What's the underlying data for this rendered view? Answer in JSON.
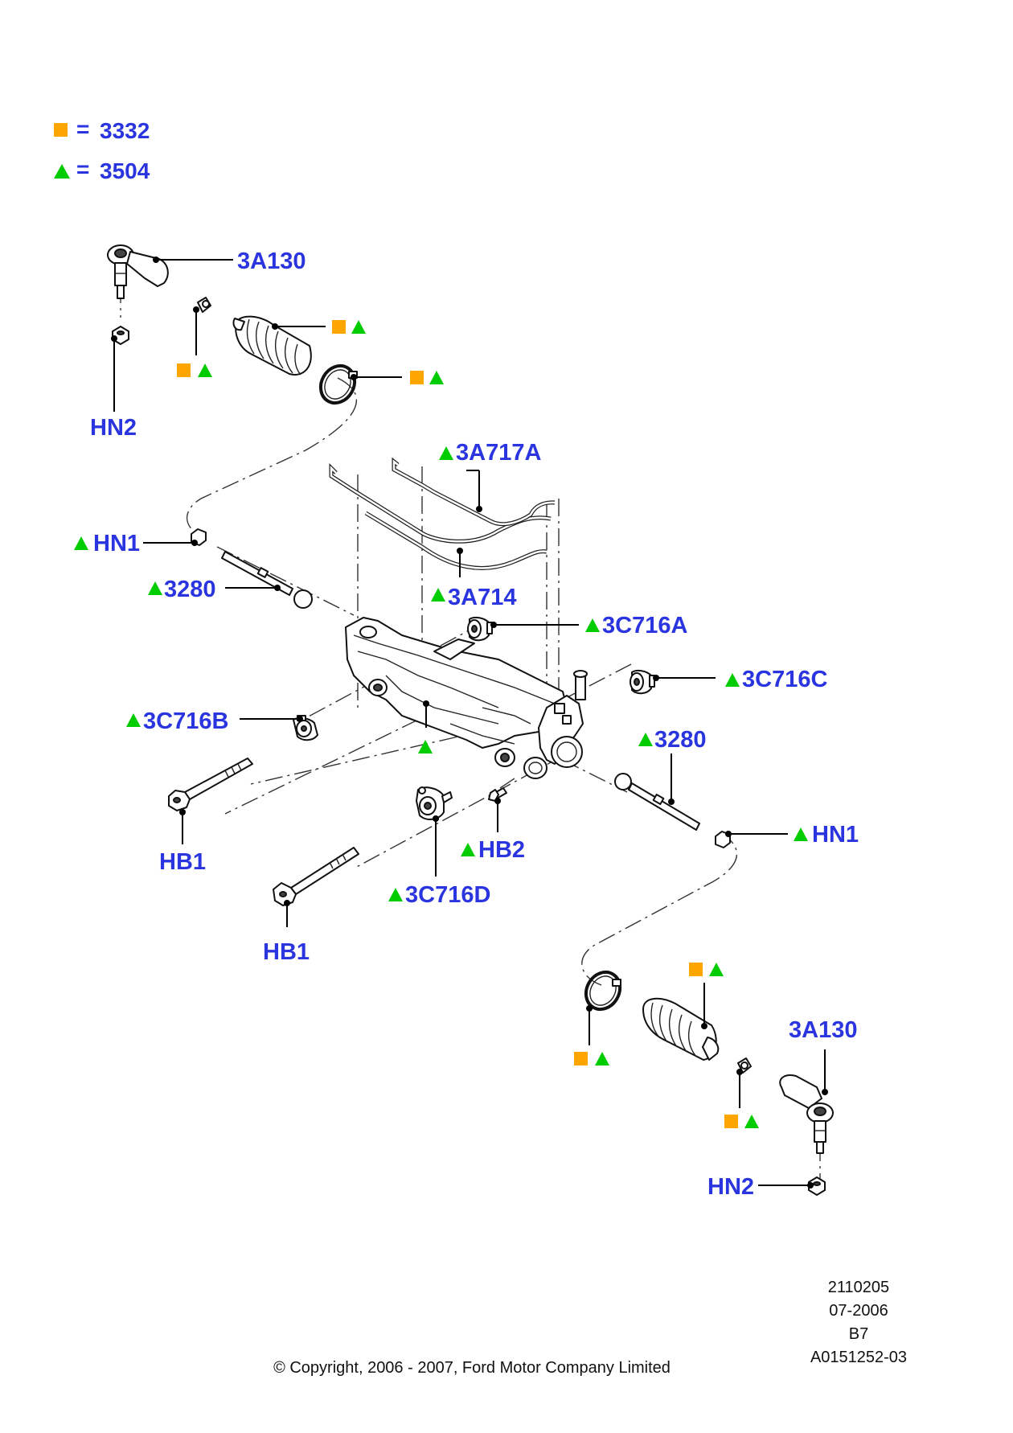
{
  "legend": {
    "square_code": "3332",
    "triangle_code": "3504",
    "equals": "="
  },
  "colors": {
    "label_blue": "#2a35e0",
    "square_orange": "#ffa500",
    "triangle_green": "#00cc00"
  },
  "callouts": {
    "tie_rod_end_upper": "3A130",
    "nut_upper": "HN2",
    "pipe_a": "3A717A",
    "pipe_b": "3A714",
    "jam_nut_left": "HN1",
    "inner_tie_rod_left": "3280",
    "bushing_a": "3C716A",
    "bushing_c": "3C716C",
    "bushing_b": "3C716B",
    "inner_tie_rod_right": "3280",
    "jam_nut_right": "HN1",
    "bolt_left": "HB1",
    "bolt_hb2": "HB2",
    "bushing_d": "3C716D",
    "bolt_lower": "HB1",
    "tie_rod_end_lower": "3A130",
    "nut_lower": "HN2"
  },
  "footer": {
    "ref_line1": "2110205",
    "ref_line2": "07-2006",
    "ref_line3": "B7",
    "ref_line4": "A0151252-03",
    "copyright": "© Copyright, 2006 - 2007, Ford Motor Company Limited"
  },
  "icons": [
    "square-marker-icon",
    "triangle-marker-icon"
  ]
}
